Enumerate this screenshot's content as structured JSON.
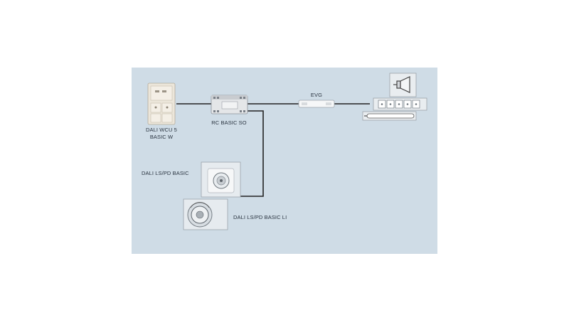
{
  "labels": {
    "wcu": [
      "DALI WCU 5",
      "BASIC W"
    ],
    "rc": "RC BASIC SO",
    "evg": "EVG",
    "lspd": "DALI LS/PD BASIC",
    "lspd_li": "DALI LS/PD BASIC LI"
  },
  "colors": {
    "background": "#cfdce6",
    "wire": "#222222"
  }
}
